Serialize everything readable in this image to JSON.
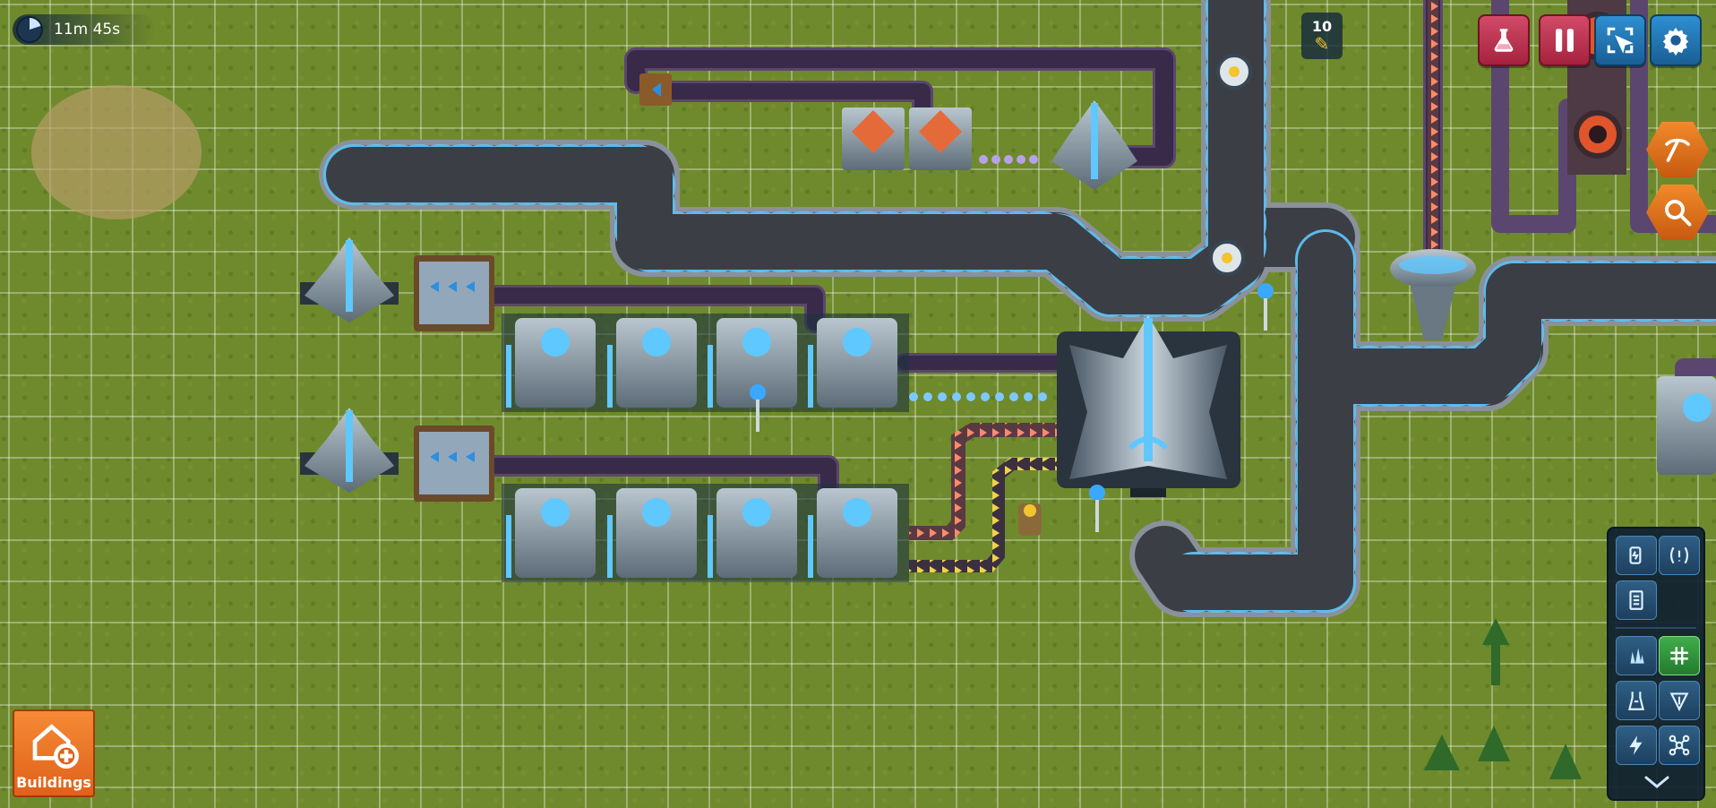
{
  "hud": {
    "timer_text": "11m 45s",
    "counter_value": "10",
    "icons": {
      "timer": "clock-icon",
      "counter": "pencil-icon",
      "research": "flask-icon",
      "pause": "pause-icon",
      "select": "selection-icon",
      "settings": "gear-icon",
      "mine": "pickaxe-icon",
      "inspect": "magnifier-icon"
    }
  },
  "buildings_button": {
    "label": "Buildings",
    "icon": "house-plus-icon"
  },
  "side_panel": {
    "buttons": [
      {
        "name": "battery-icon",
        "active": false
      },
      {
        "name": "alert-icon",
        "active": false
      },
      {
        "name": "list-icon",
        "active": false
      },
      {
        "name": "crystals-icon",
        "active": false
      },
      {
        "name": "grid-icon",
        "active": true
      },
      {
        "name": "tower-icon",
        "active": false
      },
      {
        "name": "drill-icon",
        "active": false
      },
      {
        "name": "lightning-icon",
        "active": false
      },
      {
        "name": "drone-icon",
        "active": false
      }
    ],
    "collapse_icon": "chevron-down-icon"
  },
  "colors": {
    "ground": "#6f8a2c",
    "road": "#3b3f45",
    "road_edge": "#8a919a",
    "road_light": "#5fc8ff",
    "conveyor": "#3a2a4a",
    "conveyor_edge": "#5b4670",
    "hud_red": "#c23756",
    "hud_blue": "#2377b6",
    "hud_orange": "#ea7420",
    "active_green": "#3fae4a"
  }
}
